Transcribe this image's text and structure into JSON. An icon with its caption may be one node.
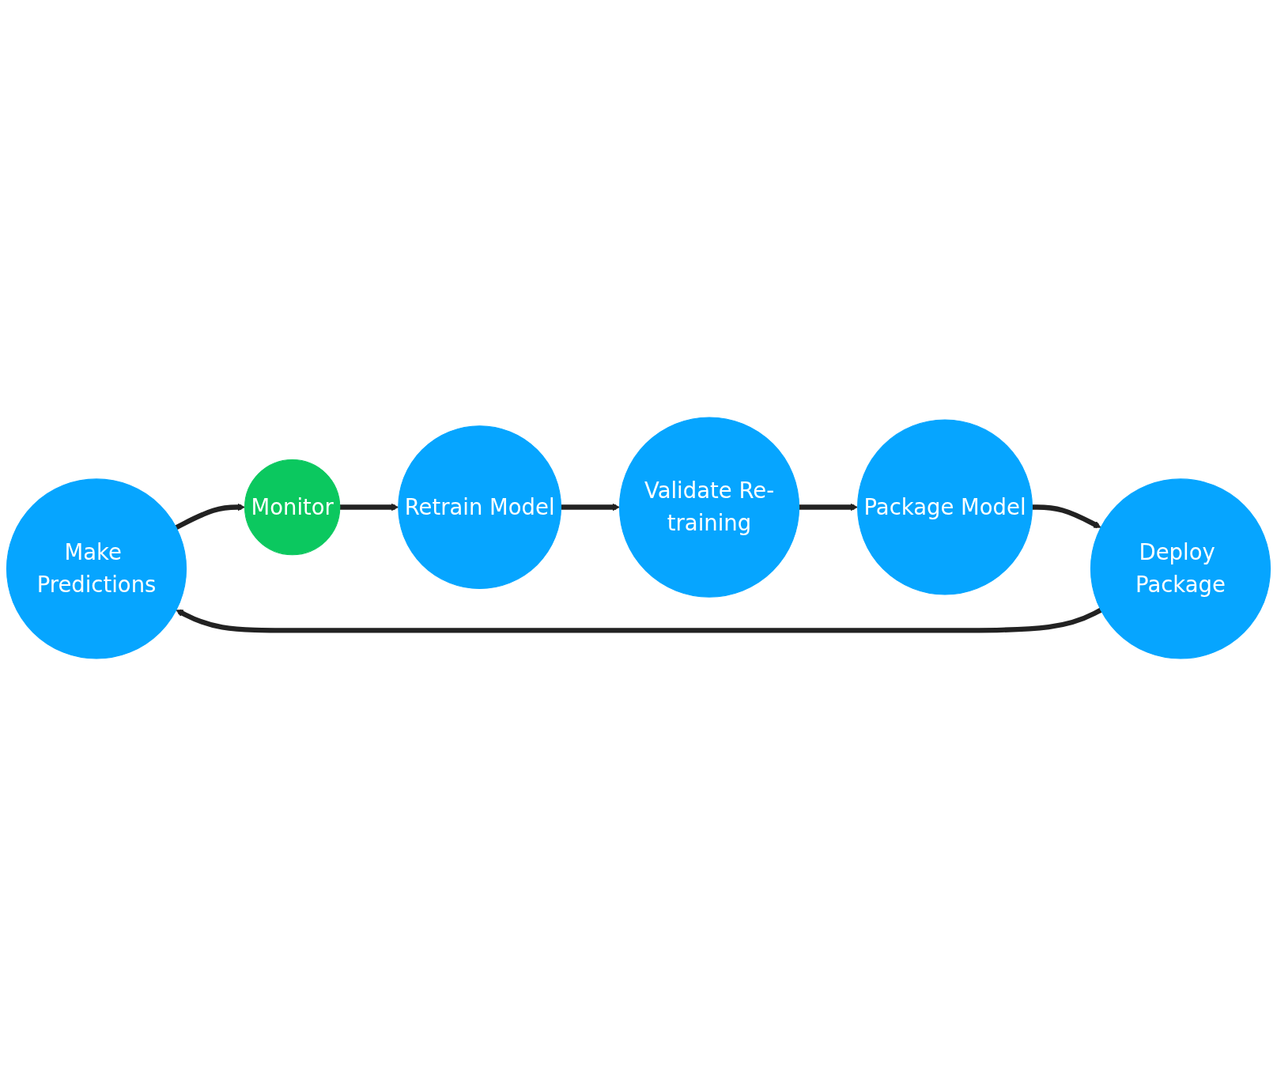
{
  "diagram": {
    "nodes": [
      {
        "text": [
          "Make Predictions"
        ]
      },
      {
        "text": [
          "Monitor"
        ]
      },
      {
        "text": [
          "Retrain Model"
        ]
      },
      {
        "text": [
          "Validate Re-training"
        ]
      },
      {
        "text": [
          "Package Model"
        ]
      },
      {
        "text": [
          "Deploy Package"
        ]
      }
    ],
    "edges": [
      {
        "from": 0,
        "to": 1,
        "arrow": "to"
      },
      {
        "from": 1,
        "to": 2,
        "arrow": "to"
      },
      {
        "from": 2,
        "to": 3,
        "arrow": "to"
      },
      {
        "from": 3,
        "to": 4,
        "arrow": "to"
      },
      {
        "from": 4,
        "to": 5,
        "arrow": "to"
      },
      {
        "from": 5,
        "to": 0,
        "arrow": "to"
      }
    ]
  }
}
